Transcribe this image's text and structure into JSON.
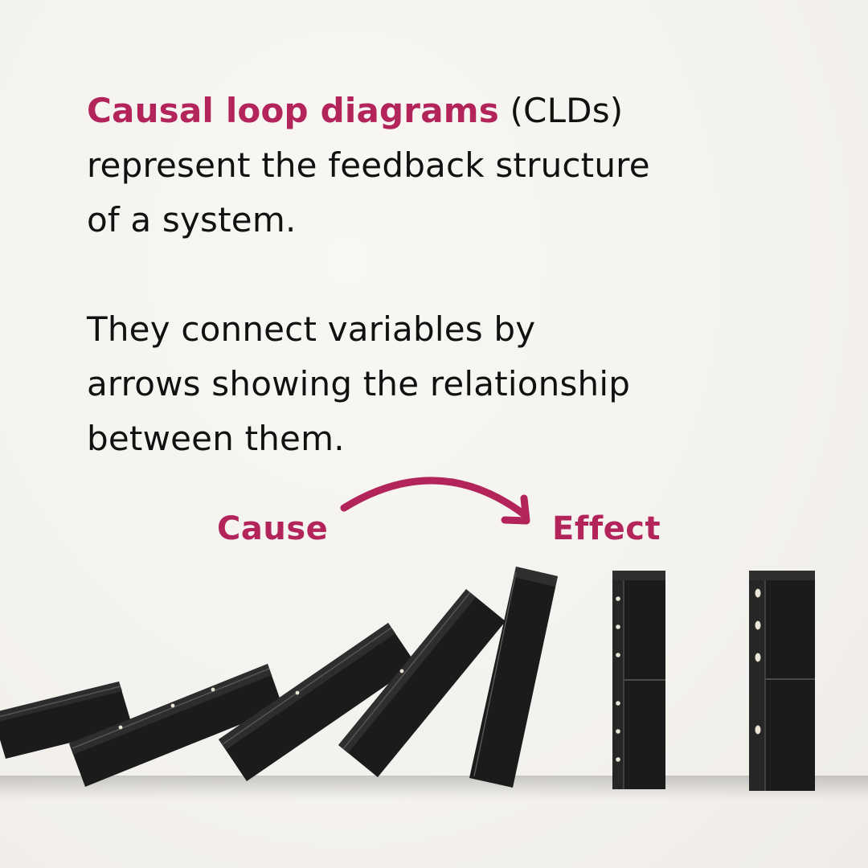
{
  "intro": {
    "highlight": "Causal loop diagrams",
    "abbr": " (CLDs)",
    "line2": "represent the feedback structure",
    "line3": "of a system."
  },
  "detail": {
    "line1": "They connect variables by",
    "line2": "arrows showing the relationship",
    "line3": "between them."
  },
  "labels": {
    "cause": "Cause",
    "effect": "Effect"
  },
  "colors": {
    "accent": "#b3245a",
    "text": "#111111",
    "domino": "#1b1b1b",
    "pip": "#e9e4d6"
  },
  "icons": {
    "arrow": "curved-arrow-icon"
  }
}
